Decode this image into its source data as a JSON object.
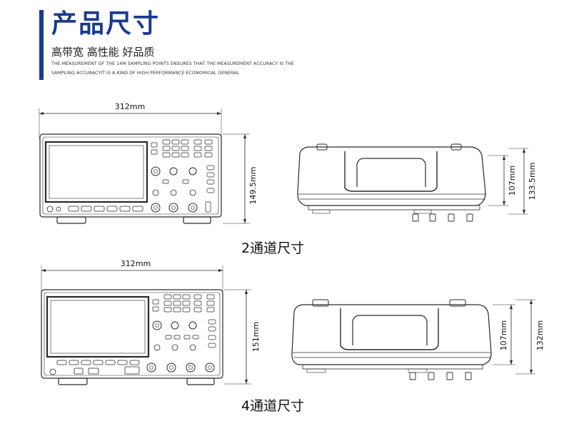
{
  "header": {
    "title": "产品尺寸",
    "subtitle": "高带宽 高性能 好品质",
    "description_line1": "THE MEASUREMENT OF THE 14M SAMPLING POINTS ENSURES THAT THE MEASUREMENT ACCURACY IS THE",
    "description_line2": "SAMPLING ACCURACYIT IS A KIND OF HIGH PERFORMANCE ECONOMICAL GENERAL",
    "accent_color": "#1a3a8c"
  },
  "two_channel": {
    "width_label": "312mm",
    "height_label": "149.5mm",
    "side_depth_label": "107mm",
    "side_height_label": "133.5mm",
    "caption": "2通道尺寸"
  },
  "four_channel": {
    "width_label": "312mm",
    "height_label": "151mm",
    "side_depth_label": "107mm",
    "side_height_label": "132mm",
    "caption": "4通道尺寸"
  }
}
